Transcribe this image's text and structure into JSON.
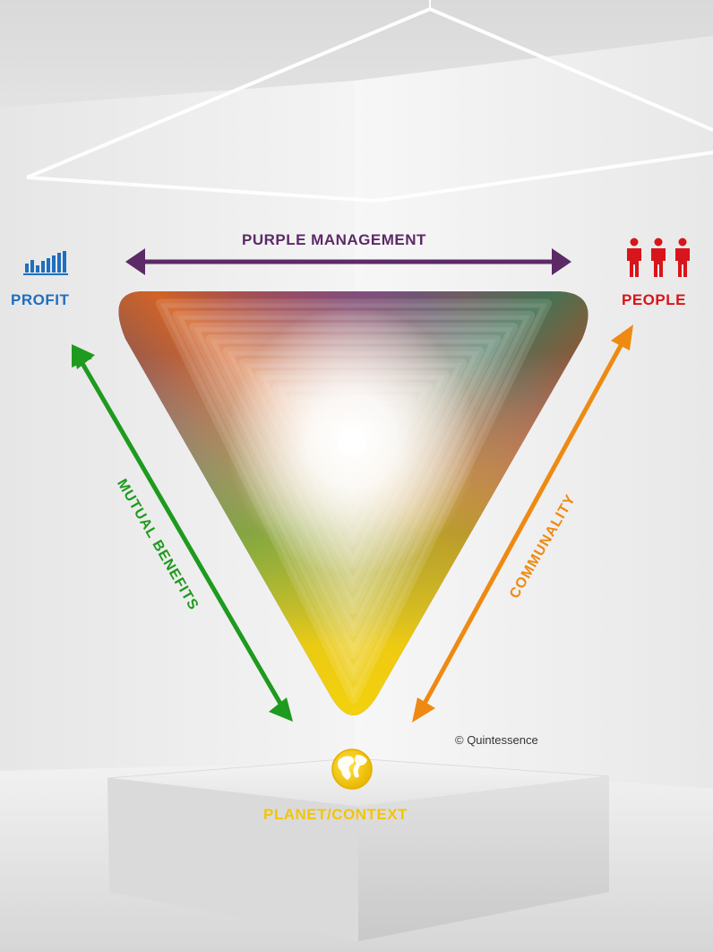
{
  "labels": {
    "top": "PURPLE MANAGEMENT",
    "profit": "PROFIT",
    "people": "PEOPLE",
    "left_side": "MUTUAL BENEFITS",
    "right_side": "COMMUNALITY",
    "bottom": "PLANET/CONTEXT"
  },
  "copyright": "© Quintessence",
  "colors": {
    "purple": "#5b2a67",
    "profit_blue": "#1f6fbf",
    "people_red": "#d7151a",
    "mutual_green": "#1e9a1e",
    "communality_orange": "#ee8a12",
    "planet_yellow": "#f2c40c"
  },
  "icons": {
    "profit": "bar-chart-icon",
    "people": "people-icon",
    "planet": "globe-icon"
  }
}
